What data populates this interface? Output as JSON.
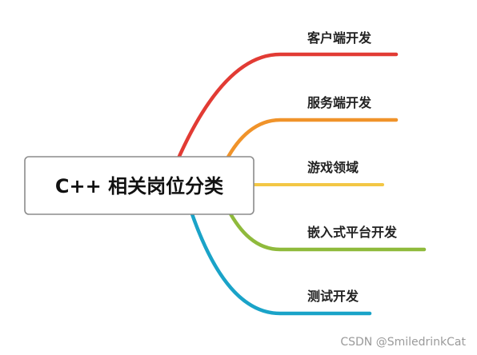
{
  "root": {
    "label": "C++ 相关岗位分类"
  },
  "branches": [
    {
      "label": "客户端开发",
      "color": "#e23b34"
    },
    {
      "label": "服务端开发",
      "color": "#f0932a"
    },
    {
      "label": "游戏领域",
      "color": "#f3c744"
    },
    {
      "label": "嵌入式平台开发",
      "color": "#8fba3c"
    },
    {
      "label": "测试开发",
      "color": "#1aa3c8"
    }
  ],
  "watermark": "CSDN @SmiledrinkCat"
}
